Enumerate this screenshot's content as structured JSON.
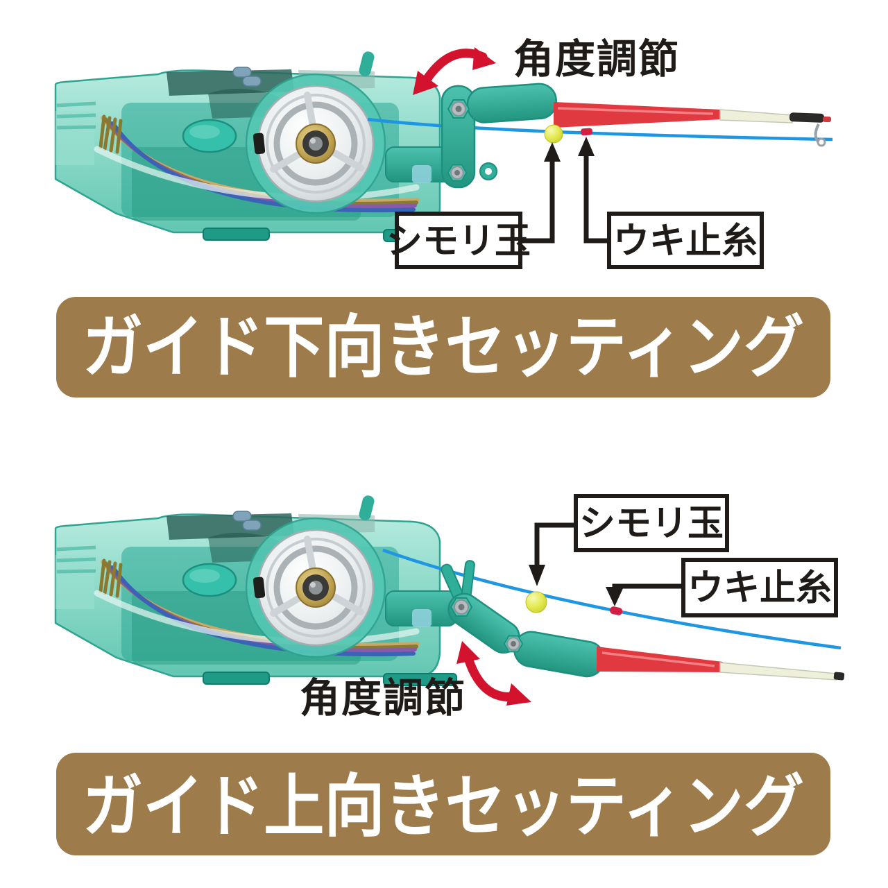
{
  "colors": {
    "banner_brown": "#9d7b4b",
    "device_teal": "#2fae9a",
    "rod_red": "#e0393f",
    "line_blue": "#1e96e1",
    "ball_yellow": "#dde23e",
    "stopper_red": "#d41f44",
    "arrow_red": "#d3122e",
    "ink": "#1f1b18"
  },
  "top_figure": {
    "angle_label": "角度調節",
    "shimori_label": "シモリ玉",
    "ukidome_label": "ウキ止糸",
    "banner_label": "ガイド下向きセッティング"
  },
  "bottom_figure": {
    "angle_label": "角度調節",
    "shimori_label": "シモリ玉",
    "ukidome_label": "ウキ止糸",
    "banner_label": "ガイド上向きセッティング"
  }
}
